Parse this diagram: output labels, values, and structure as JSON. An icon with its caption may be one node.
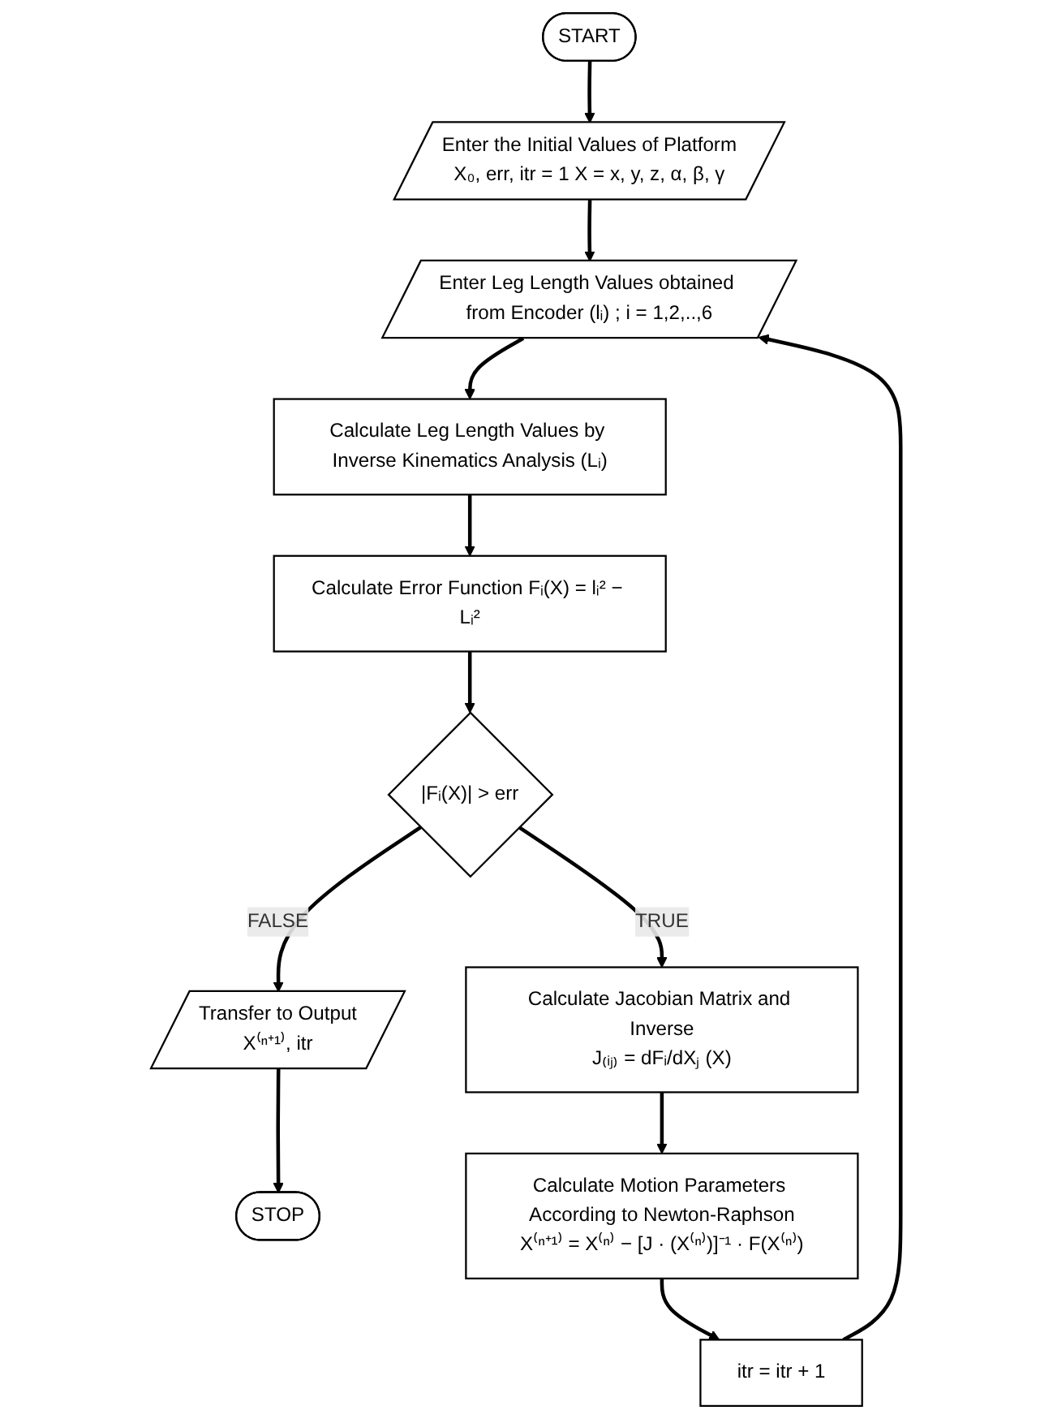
{
  "diagram": {
    "nodes": [
      {
        "text": [
          "START"
        ]
      },
      {
        "text": [
          "Enter the Initial Values of Platform",
          "X₀, err, itr = 1     X = x, y, z, α, β, γ"
        ]
      },
      {
        "text": [
          "Enter Leg Length Values obtained from Encoder (lᵢ) ; i = 1,2,..,6"
        ]
      },
      {
        "text": [
          "Calculate Leg Length Values by Inverse Kinematics Analysis (Lᵢ)"
        ]
      },
      {
        "text": [
          "Calculate Error Function Fᵢ(X) = lᵢ² − Lᵢ²"
        ]
      },
      {
        "text": [
          "|Fᵢ(X)| > err"
        ]
      },
      {
        "text": [
          "Transfer to Output",
          "X⁽ⁿ⁺¹⁾, itr"
        ]
      },
      {
        "text": [
          "STOP"
        ]
      },
      {
        "text": [
          "Calculate Jacobian Matrix and Inverse",
          "J₍ᵢⱼ₎ = dFᵢ/dXⱼ (X)"
        ]
      },
      {
        "text": [
          "Calculate Motion Parameters According to Newton-Raphson",
          "X⁽ⁿ⁺¹⁾ = X⁽ⁿ⁾ − [J · (X⁽ⁿ⁾)]⁻¹ · F(X⁽ⁿ⁾)"
        ]
      },
      {
        "text": [
          "itr = itr + 1"
        ]
      }
    ],
    "edges": [
      {
        "from": 0,
        "to": 1,
        "arrow": "to"
      },
      {
        "from": 1,
        "to": 2,
        "arrow": "to"
      },
      {
        "from": 2,
        "to": 3,
        "arrow": "to"
      },
      {
        "from": 3,
        "to": 4,
        "arrow": "to"
      },
      {
        "from": 4,
        "to": 5,
        "arrow": "to"
      },
      {
        "from": 5,
        "to": 6,
        "arrow": "to",
        "label": "FALSE"
      },
      {
        "from": 6,
        "to": 7,
        "arrow": "to"
      },
      {
        "from": 5,
        "to": 8,
        "arrow": "to",
        "label": "TRUE"
      },
      {
        "from": 8,
        "to": 9,
        "arrow": "to"
      },
      {
        "from": 9,
        "to": 10,
        "arrow": "to"
      },
      {
        "from": 10,
        "to": 2,
        "arrow": "to"
      }
    ]
  }
}
